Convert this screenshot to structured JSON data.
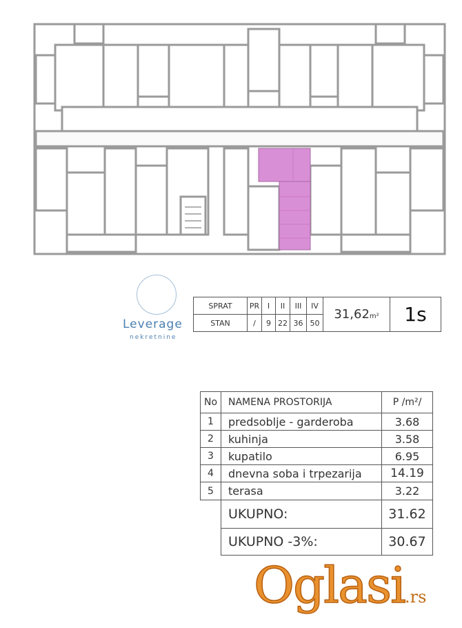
{
  "summary": {
    "floor_label": "SPRAT",
    "unit_label": "STAN",
    "floors": [
      "PR",
      "I",
      "II",
      "III",
      "IV"
    ],
    "units": [
      "/",
      "9",
      "22",
      "36",
      "50"
    ],
    "area": "31,62",
    "area_unit": "m²",
    "unit_code": "1s"
  },
  "rooms_table": {
    "headers": {
      "no": "No",
      "name": "NAMENA PROSTORIJA",
      "area": "P /m²/"
    },
    "rows": [
      {
        "no": "1",
        "name": "predsoblje - garderoba",
        "area": "3.68"
      },
      {
        "no": "2",
        "name": "kuhinja",
        "area": "3.58"
      },
      {
        "no": "3",
        "name": "kupatilo",
        "area": "6.95"
      },
      {
        "no": "4",
        "name": "dnevna soba i trpezarija",
        "area": "14.19"
      },
      {
        "no": "5",
        "name": "terasa",
        "area": "3.22"
      }
    ],
    "total_label": "UKUPNO:",
    "total_value": "31.62",
    "total_reduced_label": "UKUPNO -3%:",
    "total_reduced_value": "30.67"
  },
  "watermarks": {
    "leverage": "Leverage",
    "leverage_sub": "nekretnine",
    "oglasi": "Oglasi",
    "oglasi_tld": ".rs"
  },
  "colors": {
    "highlight": "#d98fd6",
    "wall": "#9a9a9a",
    "oglasi": "#e8912e",
    "leverage": "#4a7fb0"
  }
}
